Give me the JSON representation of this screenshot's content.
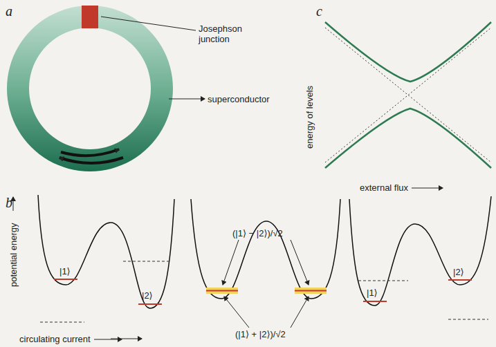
{
  "diagram": {
    "labels": [
      "a",
      "Josephson junction",
      "superconductor",
      "c",
      "energy of levels",
      "external flux",
      "b",
      "potential energy",
      "|1⟩",
      "|2⟩",
      "(|1⟩ − |2⟩)/√2",
      "(|1⟩ + |2⟩)/√2",
      "|2⟩",
      "|1⟩",
      "circulating current"
    ]
  }
}
